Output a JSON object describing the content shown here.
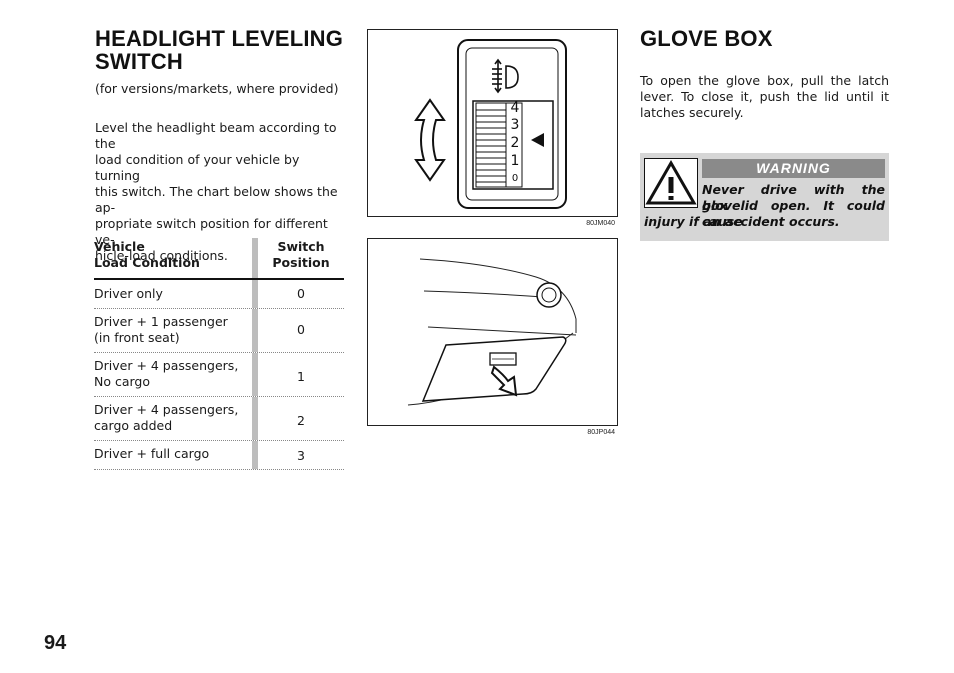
{
  "left_section": {
    "title_line1": "HEADLIGHT LEVELING",
    "title_line2": "SWITCH",
    "subtitle": "(for versions/markets, where provided)",
    "paragraph_lines": [
      "Level the headlight beam according to the",
      "load condition of your vehicle by turning",
      "this switch. The chart below shows the ap-",
      "propriate switch position for different ve-",
      "hicle-load conditions."
    ]
  },
  "table": {
    "header": {
      "col1_line1": "Vehicle",
      "col1_line2": "Load Condition",
      "col2_line1": "Switch",
      "col2_line2": "Position"
    },
    "rows": [
      {
        "condition_line1": "Driver only",
        "condition_line2": "",
        "position": "0"
      },
      {
        "condition_line1": "Driver + 1 passenger",
        "condition_line2": "(in front seat)",
        "position": "0"
      },
      {
        "condition_line1": "Driver + 4 passengers,",
        "condition_line2": "No cargo",
        "position": "1"
      },
      {
        "condition_line1": "Driver + 4 passengers,",
        "condition_line2": "cargo added",
        "position": "2"
      },
      {
        "condition_line1": "Driver + full cargo",
        "condition_line2": "",
        "position": "3"
      }
    ]
  },
  "figures": {
    "fig1_code": "80JM040",
    "fig1_dial_numbers": [
      "4",
      "3",
      "2",
      "1",
      "0"
    ],
    "fig2_code": "80JP044"
  },
  "right_section": {
    "title": "GLOVE BOX",
    "paragraph_lines": [
      "To open the glove box, pull the latch",
      "lever. To close it, push the lid until it",
      "latches securely."
    ],
    "warning": {
      "title": "WARNING",
      "line1": "Never drive with the glove",
      "line2": "box lid open. It could cause",
      "line3": "injury if an accident occurs."
    }
  },
  "page_number": "94",
  "colors": {
    "warning_bg": "#d6d6d6",
    "warning_title_bg": "#8a8a8a",
    "table_bar": "#bdbdbd"
  }
}
